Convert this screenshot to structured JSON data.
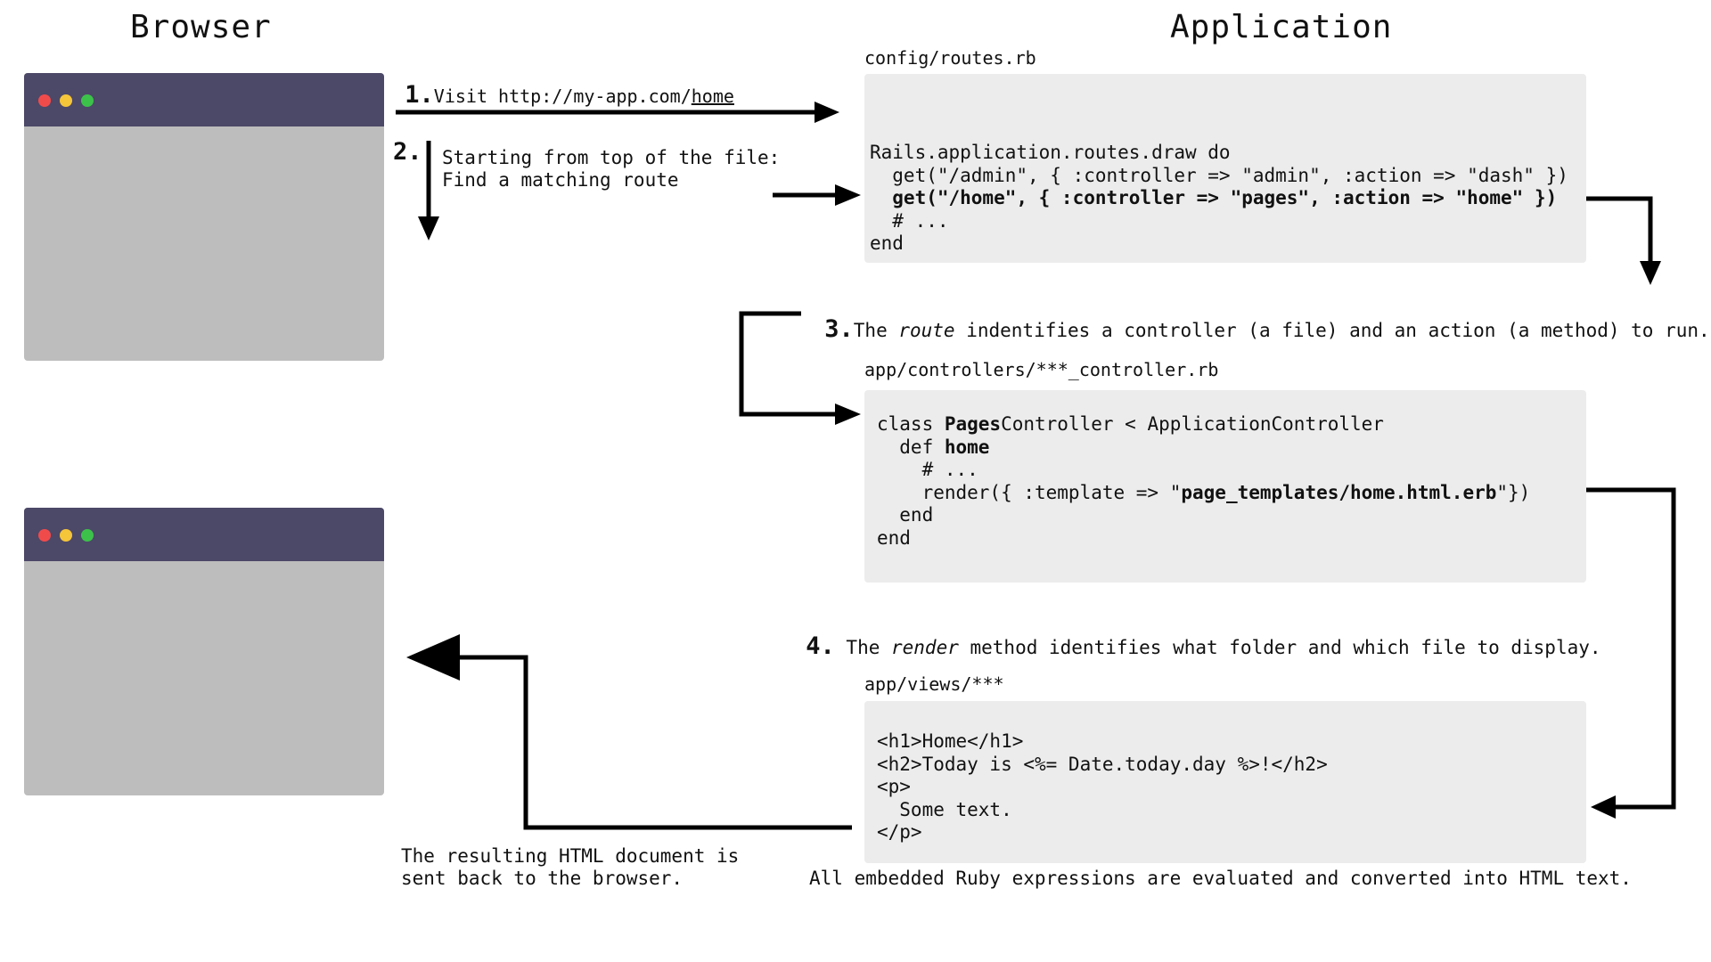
{
  "headings": {
    "browser": "Browser",
    "application": "Application"
  },
  "browser_windows": {
    "dot_colors": {
      "close": "#f04b4b",
      "minimize": "#f5c53a",
      "maximize": "#3cc24a"
    }
  },
  "step1": {
    "number": "1.",
    "text_prefix": "Visit http://my-app.com/",
    "text_link": "home"
  },
  "step2": {
    "number": "2.",
    "line1": "Starting from top of the file:",
    "line2": "Find a matching route"
  },
  "routes": {
    "filename": "config/routes.rb",
    "line1": "Rails.application.routes.draw do",
    "line2": "  get(\"/admin\", { :controller => \"admin\", :action => \"dash\" })",
    "line3": "  get(\"/home\", { :controller => \"pages\", :action => \"home\" })",
    "line4": "  # ...",
    "line5": "end"
  },
  "step3": {
    "number": "3.",
    "before": "The ",
    "em": "route",
    "after": " indentifies a controller (a file) and an action (a method) to run."
  },
  "controller": {
    "filename": "app/controllers/***_controller.rb",
    "l1_a": "class ",
    "l1_b": "Pages",
    "l1_c": "Controller < ApplicationController",
    "l2_a": "  def ",
    "l2_b": "home",
    "l3": "    # ...",
    "l4_a": "    render({ :template => \"",
    "l4_b": "page_templates/home.html.erb",
    "l4_c": "\"})",
    "l5": "  end",
    "l6": "end"
  },
  "step4": {
    "number": "4.",
    "before": " The ",
    "em": "render",
    "after": " method identifies what folder and which file to display."
  },
  "views": {
    "filename": "app/views/***",
    "l1": "<h1>Home</h1>",
    "l2": "<h2>Today is <%= Date.today.day %>!</h2>",
    "l3": "<p>",
    "l4": "  Some text.",
    "l5": "</p>"
  },
  "notes": {
    "result_line1": "The resulting HTML document is",
    "result_line2": "sent back to the browser.",
    "erb": "All embedded Ruby expressions are evaluated and converted into HTML text."
  }
}
